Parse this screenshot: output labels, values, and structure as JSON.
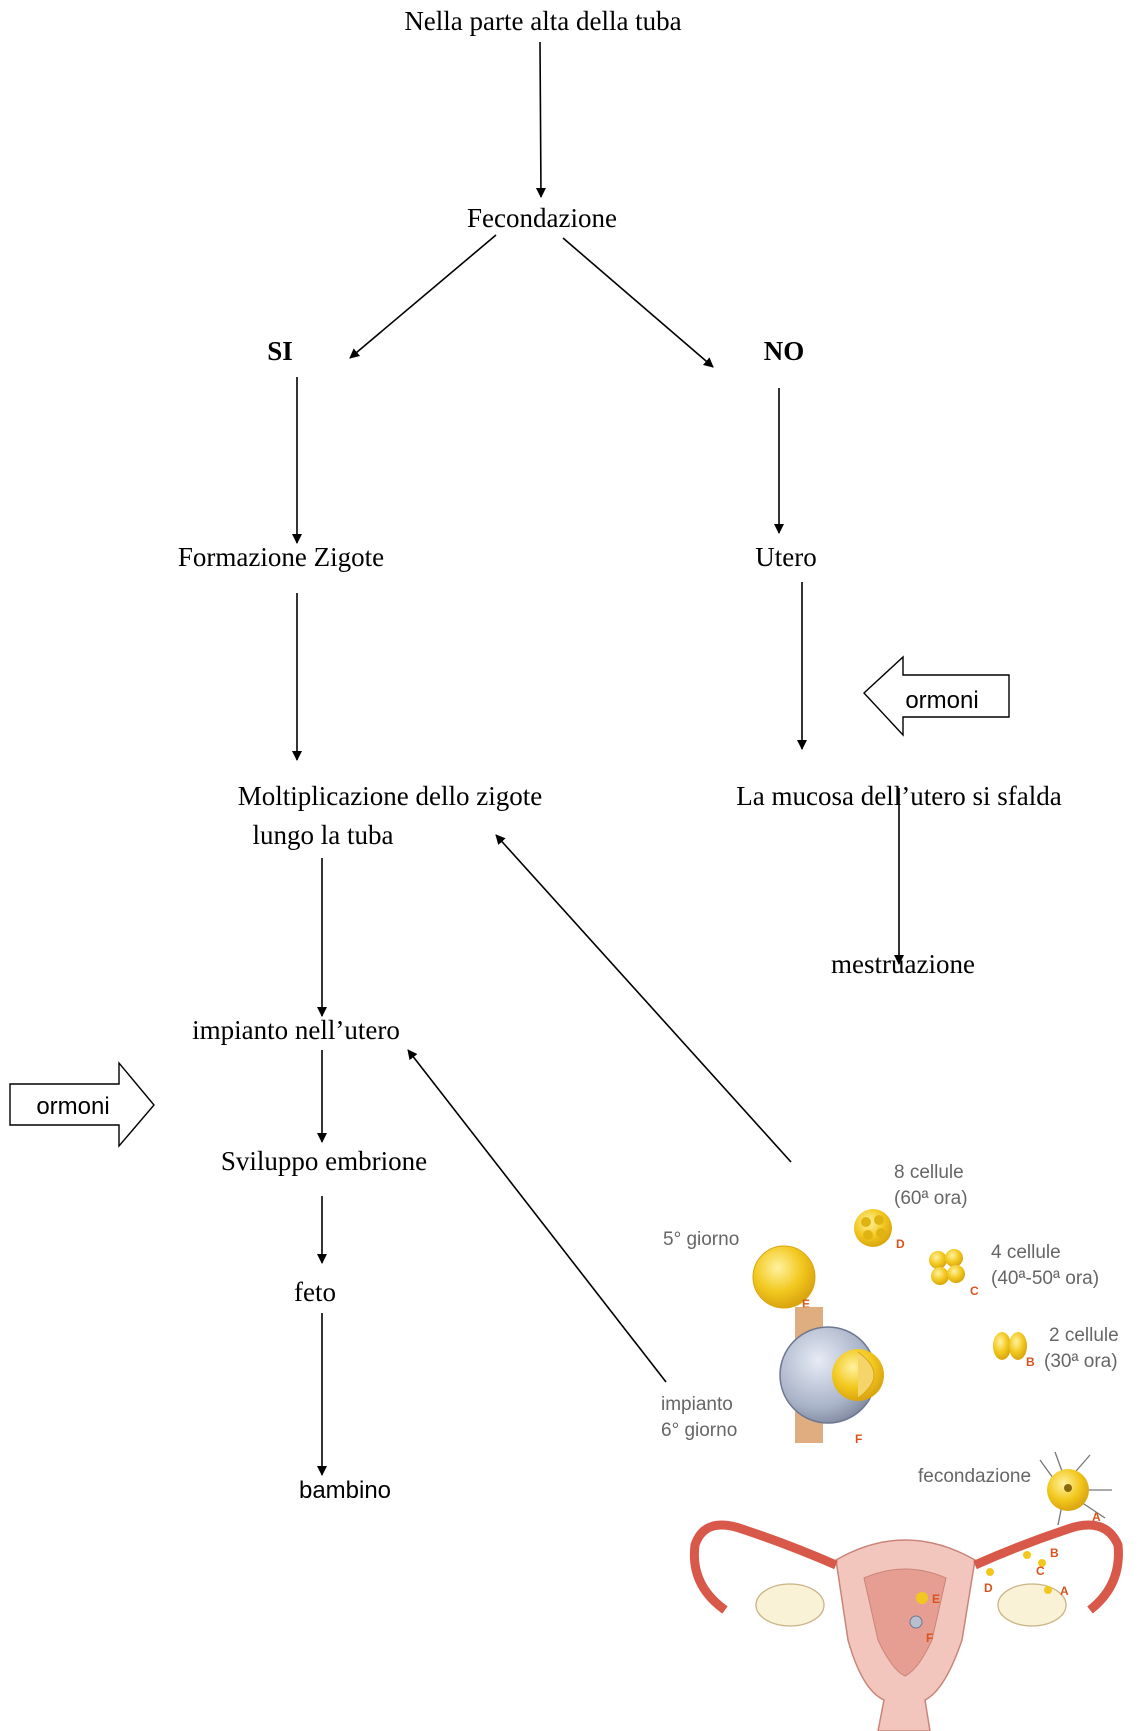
{
  "nodes": {
    "top": "Nella parte alta della tuba",
    "fecondazione": "Fecondazione",
    "si": "SI",
    "no": "NO",
    "formazione_zigote": "Formazione Zigote",
    "utero": "Utero",
    "moltiplicazione_line1": "Moltiplicazione dello zigote",
    "moltiplicazione_line2": "lungo la tuba",
    "mucosa": "La mucosa dell’utero si sfalda",
    "mestruazione": "mestruazione",
    "impianto": "impianto nell’utero",
    "sviluppo": "Sviluppo embrione",
    "feto": "feto",
    "bambino": "bambino"
  },
  "hormone_arrows": {
    "right": "ormoni",
    "left": "ormoni"
  },
  "illustration": {
    "cell8_line1": "8 cellule",
    "cell8_line2": "(60ª ora)",
    "giorno5": "5° giorno",
    "cell4_line1": "4 cellule",
    "cell4_line2": "(40ª-50ª ora)",
    "cell2_line1": "2 cellule",
    "cell2_line2": "(30ª ora)",
    "impianto_line1": "impianto",
    "impianto_line2": "6° giorno",
    "fecondazione": "fecondazione",
    "letters": {
      "a": "A",
      "b": "B",
      "c": "C",
      "d": "D",
      "e": "E",
      "f": "F"
    }
  },
  "colors": {
    "yellow_cell": "#f2c81e",
    "uterus_pink": "#e8a59a",
    "tube_red": "#d8584a",
    "letter_orange": "#d9531e"
  }
}
